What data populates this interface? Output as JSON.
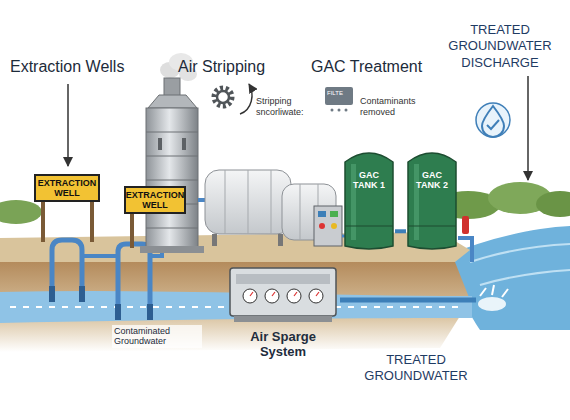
{
  "diagram": {
    "nodes": [
      {
        "text": [
          "EXTRACTION WELL"
        ]
      },
      {
        "text": [
          "EXTRACTION WELL"
        ]
      },
      {
        "text": [
          "GAC TANK 1"
        ]
      },
      {
        "text": [
          "GAC TANK 2"
        ]
      },
      {
        "text": [
          "Air Sparge System"
        ]
      }
    ],
    "edges": [
      {
        "from": 2,
        "to": 3,
        "arrow": "none"
      }
    ],
    "labels": [
      "Extraction Wells",
      "Air Stripping",
      "GAC Treatment",
      "TREATED GROUNDWATER DISCHARGE",
      "Stripping sncorliwate:",
      "FILTE",
      "Contaminants removed",
      "Contaminated Groundwater",
      "TREATED GROUNDWATER"
    ]
  }
}
